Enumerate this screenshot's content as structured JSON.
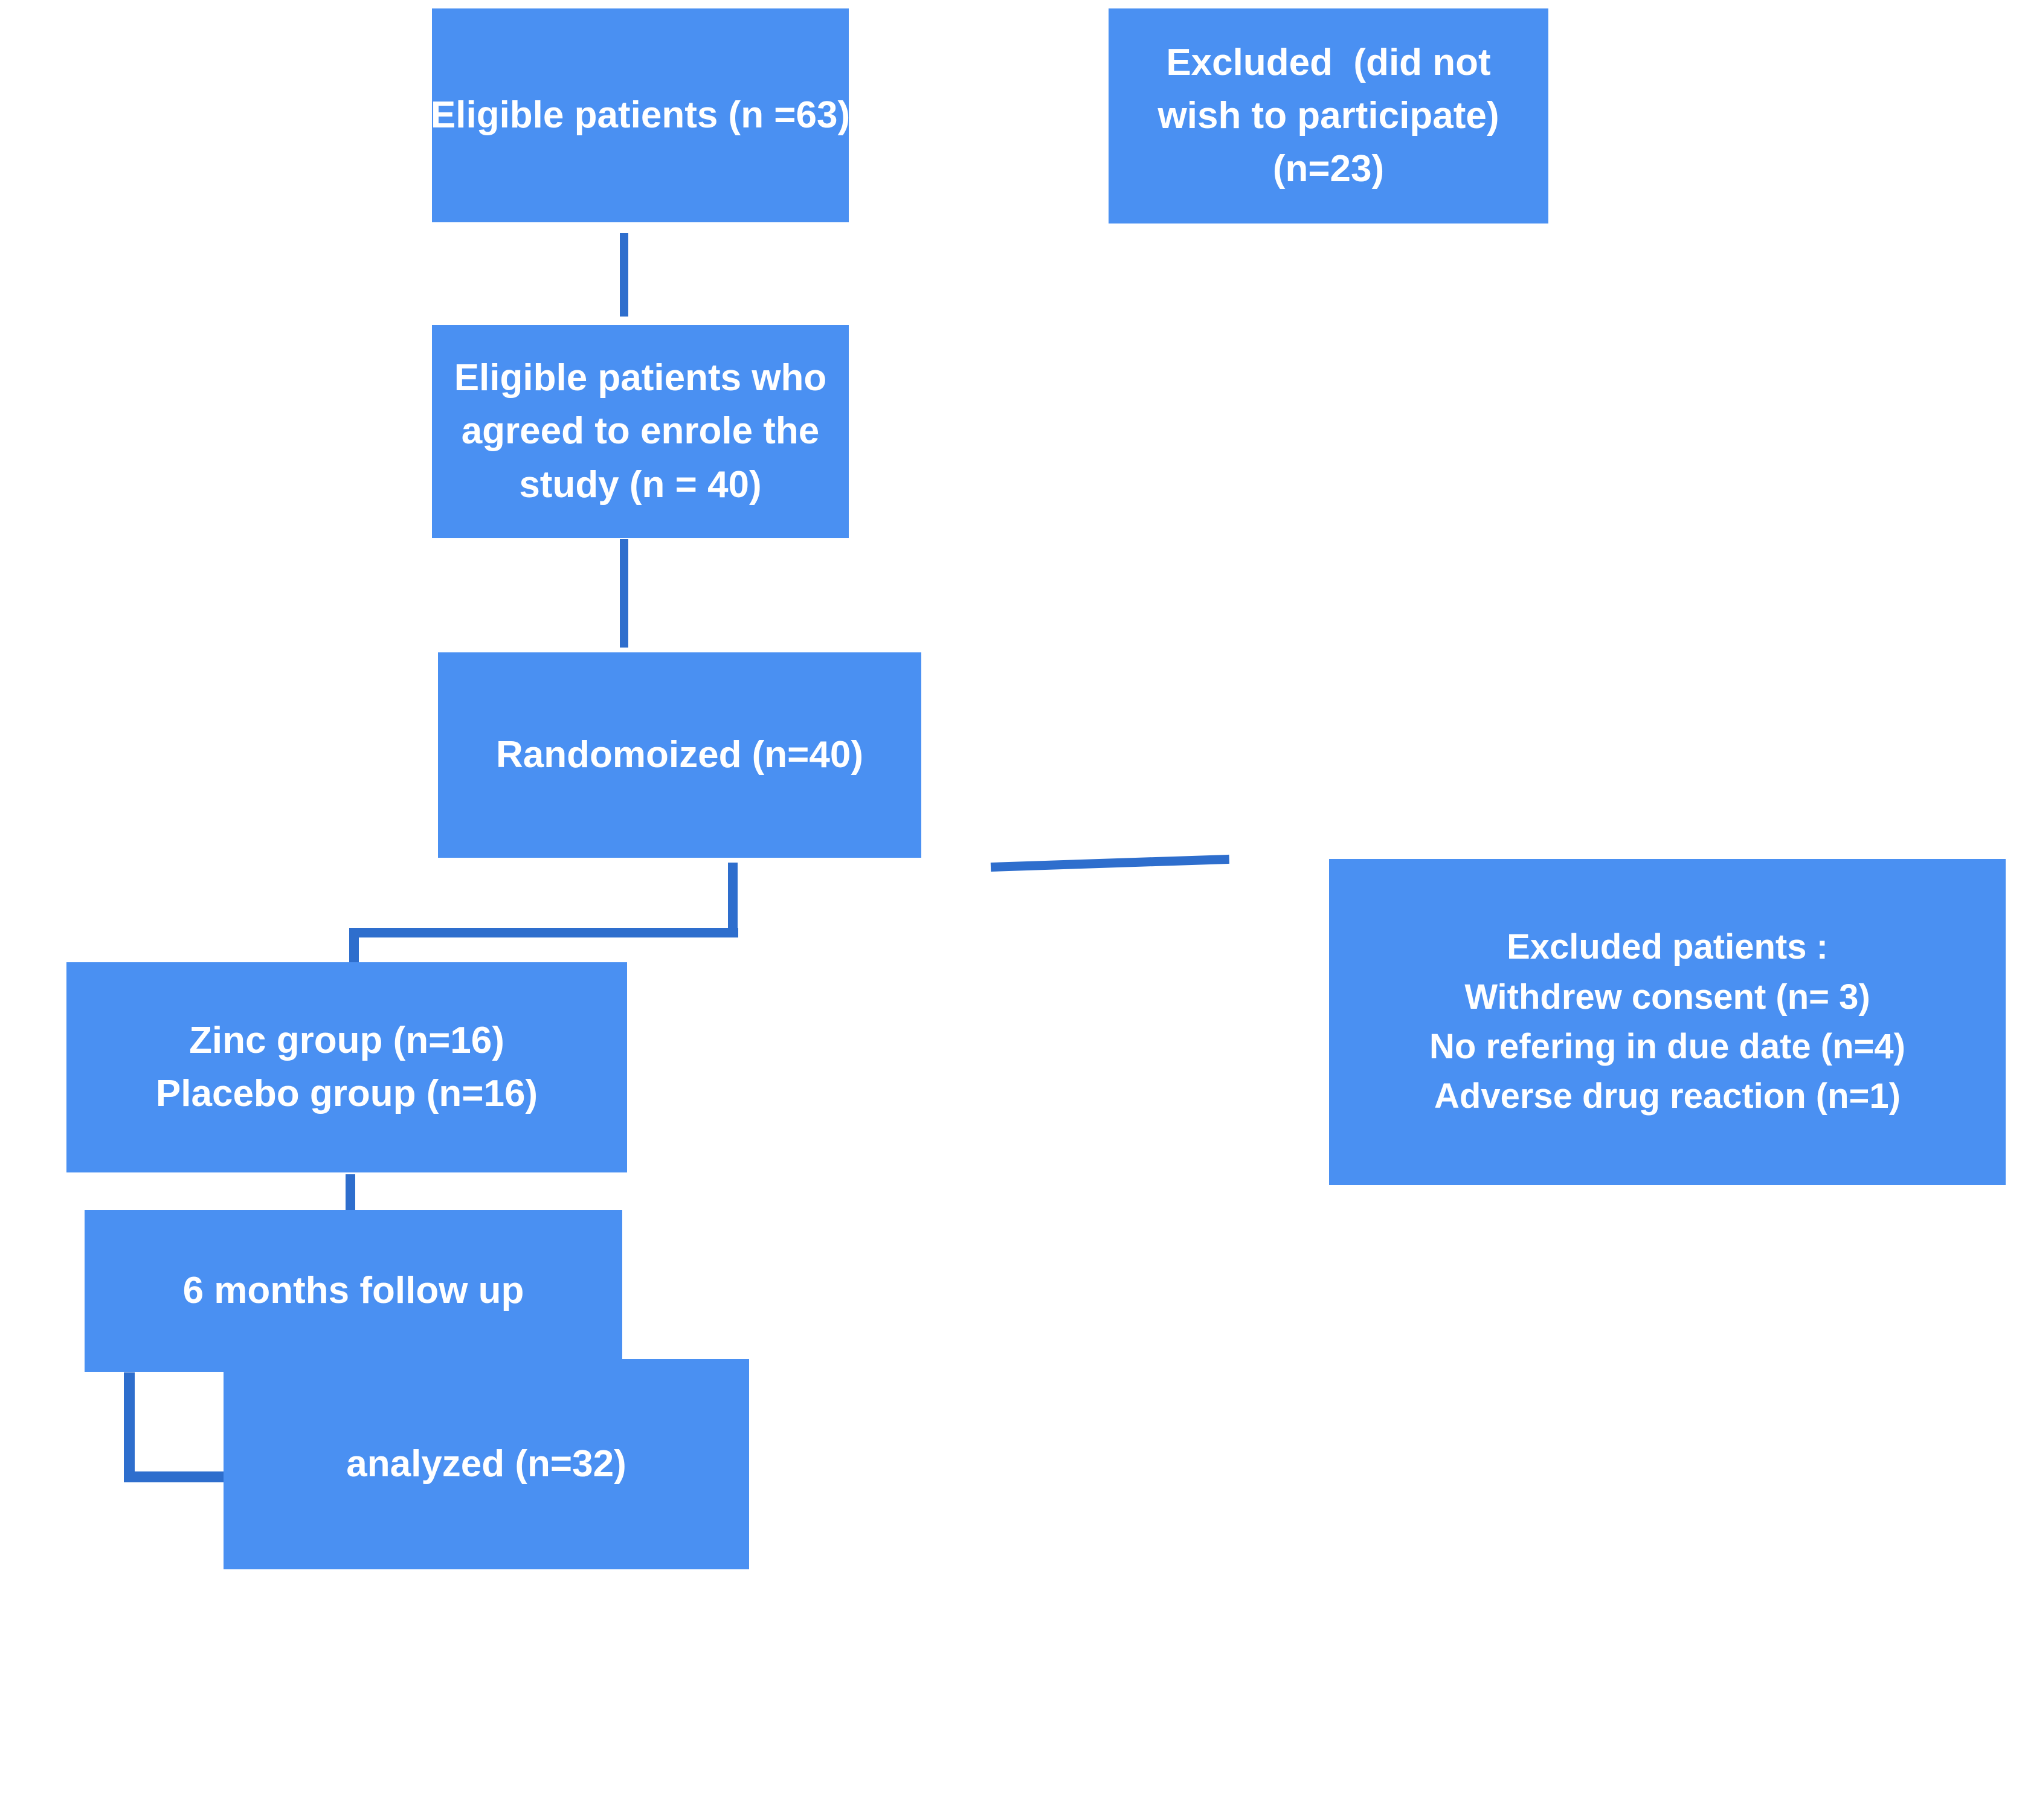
{
  "diagram": {
    "type": "consort-flow-diagram",
    "title": "CONSORT patient flow diagram",
    "colors": {
      "node_fill": "#4a90f2",
      "node_text": "#ffffff",
      "connector": "#2e6ecd",
      "background": "#ffffff"
    },
    "nodes": [
      {
        "id": "eligible",
        "lines": [
          "Eligible patients (n =63)"
        ],
        "count": 63
      },
      {
        "id": "excluded_top",
        "lines": [
          "Excluded  (did not",
          "wish to participate)",
          "(n=23)"
        ],
        "count": 23
      },
      {
        "id": "agreed",
        "lines": [
          "Eligible patients who",
          "agreed to enrole the",
          "study (n = 40)"
        ],
        "count": 40
      },
      {
        "id": "randomized",
        "lines": [
          "Randomoized (n=40)"
        ],
        "count": 40
      },
      {
        "id": "excluded_bottom",
        "lines": [
          "Excluded patients :",
          "Withdrew consent (n= 3)",
          "No refering in due date (n=4)",
          "Adverse drug reaction (n=1)"
        ],
        "counts": [
          3,
          4,
          1
        ]
      },
      {
        "id": "groups",
        "lines": [
          "Zinc group (n=16)",
          "Placebo group (n=16)"
        ],
        "counts": [
          16,
          16
        ]
      },
      {
        "id": "followup",
        "lines": [
          "6 months follow up"
        ]
      },
      {
        "id": "analyzed",
        "lines": [
          "analyzed (n=32)"
        ],
        "count": 32
      }
    ],
    "edges": [
      {
        "from": "eligible",
        "to": "agreed",
        "style": "vertical"
      },
      {
        "from": "agreed",
        "to": "randomized",
        "style": "vertical"
      },
      {
        "from": "randomized",
        "to": "groups",
        "style": "elbow-left"
      },
      {
        "from": "randomized",
        "to": "excluded_bottom",
        "style": "horizontal-right"
      },
      {
        "from": "groups",
        "to": "followup",
        "style": "vertical"
      },
      {
        "from": "followup",
        "to": "analyzed",
        "style": "elbow-right"
      }
    ]
  },
  "text": {
    "eligible_l1": "Eligible patients (n =63)",
    "excluded_top_l1": "Excluded  (did not",
    "excluded_top_l2": "wish to participate)",
    "excluded_top_l3": "(n=23)",
    "agreed_l1": "Eligible patients who",
    "agreed_l2": "agreed to enrole the",
    "agreed_l3": "study (n = 40)",
    "randomized_l1": "Randomoized (n=40)",
    "excluded_bottom_l1": "Excluded patients :",
    "excluded_bottom_l2": "Withdrew consent (n= 3)",
    "excluded_bottom_l3": "No refering in due date (n=4)",
    "excluded_bottom_l4": "Adverse drug reaction (n=1)",
    "groups_l1": "Zinc group (n=16)",
    "groups_l2": "Placebo group (n=16)",
    "followup_l1": "6 months follow up",
    "analyzed_l1": "analyzed (n=32)"
  }
}
